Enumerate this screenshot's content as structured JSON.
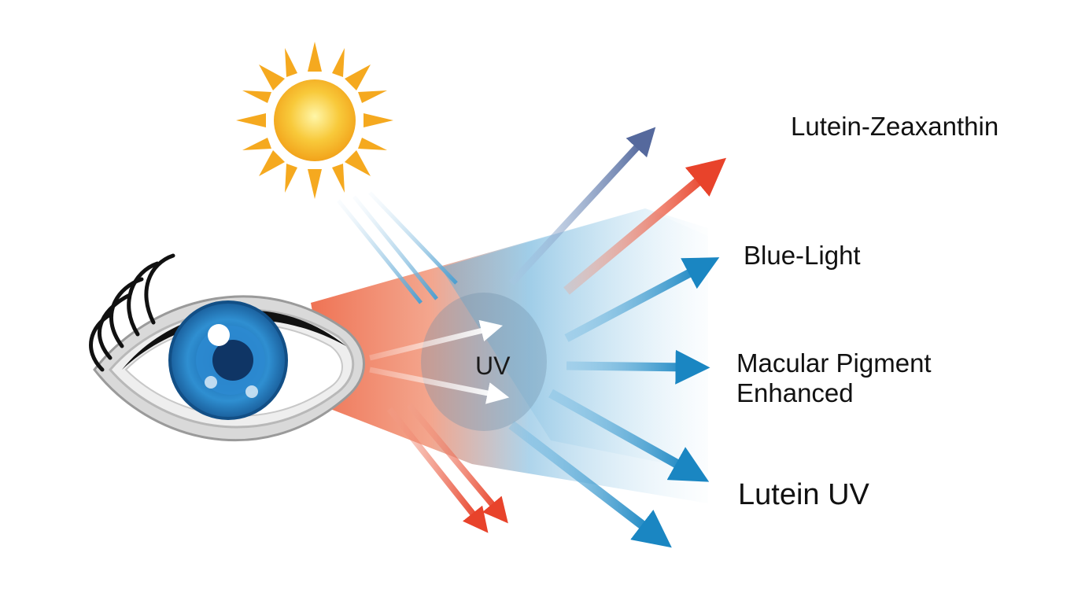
{
  "labels": {
    "lutein_zeaxanthin": "Lutein-Zeaxanthin",
    "blue_light": "Blue-Light",
    "macular_line1": "Macular Pigment",
    "macular_line2": "Enhanced",
    "lutein_uv": "Lutein UV",
    "uv": "UV"
  },
  "colors": {
    "sun": "#f5b31f",
    "iris": "#1f7fc4",
    "ray_blue": "#1d86c0",
    "ray_red": "#e8492f",
    "ray_slate": "#5a6fa3"
  },
  "icons": [
    "sun-icon",
    "eye-icon"
  ]
}
